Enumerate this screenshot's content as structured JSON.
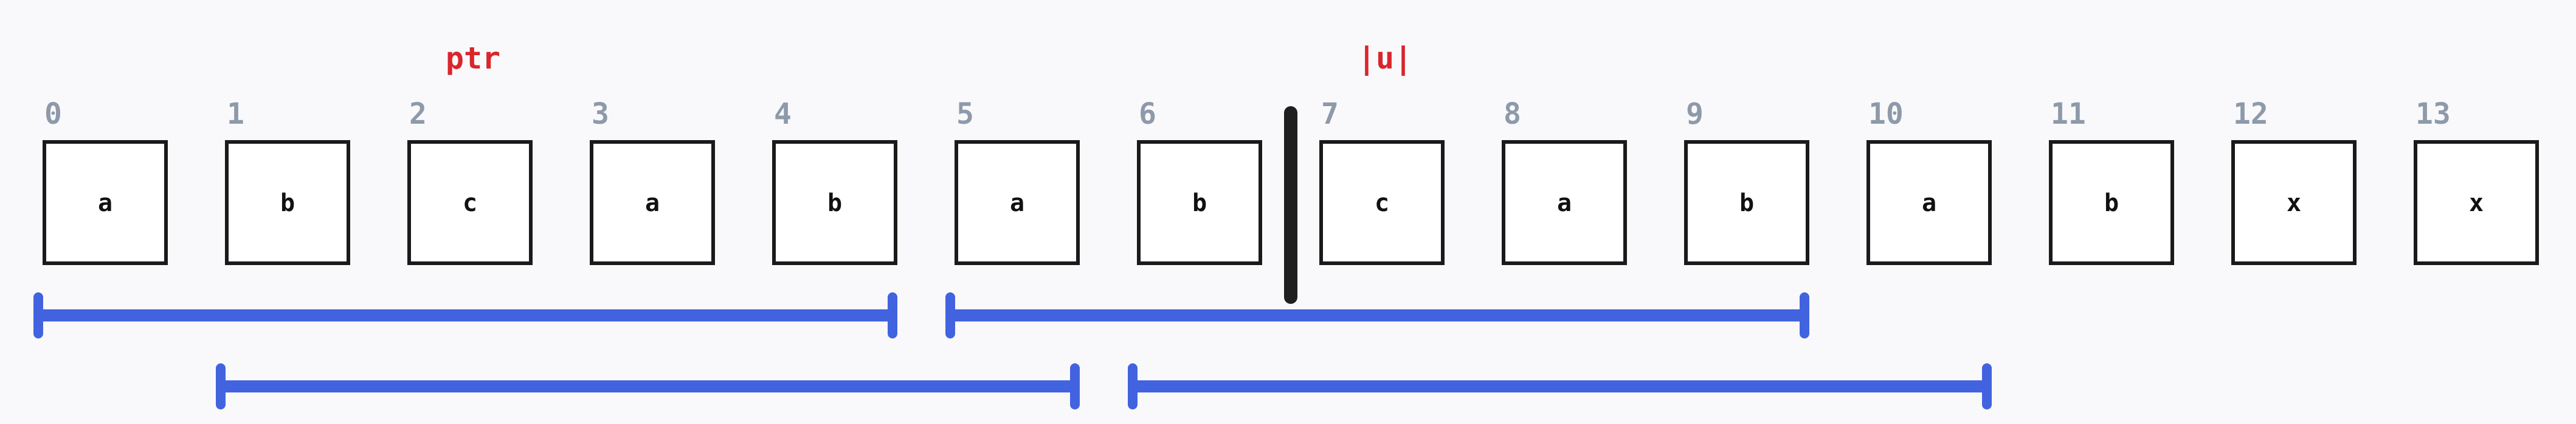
{
  "markers": {
    "ptr": {
      "label": "ptr",
      "position": 2.5
    },
    "u": {
      "label": "|u|",
      "position": 7.5
    }
  },
  "cells": [
    {
      "index": "0",
      "char": "a"
    },
    {
      "index": "1",
      "char": "b"
    },
    {
      "index": "2",
      "char": "c"
    },
    {
      "index": "3",
      "char": "a"
    },
    {
      "index": "4",
      "char": "b"
    },
    {
      "index": "5",
      "char": "a"
    },
    {
      "index": "6",
      "char": "b"
    },
    {
      "index": "7",
      "char": "c"
    },
    {
      "index": "8",
      "char": "a"
    },
    {
      "index": "9",
      "char": "b"
    },
    {
      "index": "10",
      "char": "a"
    },
    {
      "index": "11",
      "char": "b"
    },
    {
      "index": "12",
      "char": "x"
    },
    {
      "index": "13",
      "char": "x"
    }
  ],
  "divider": {
    "between_index": 7
  },
  "spans": [
    {
      "start": 0,
      "end": 4,
      "row": 1
    },
    {
      "start": 5,
      "end": 9,
      "row": 1
    },
    {
      "start": 1,
      "end": 5,
      "row": 2
    },
    {
      "start": 6,
      "end": 10,
      "row": 2
    }
  ],
  "colors": {
    "background": "#f9f9fb",
    "cell_border": "#1a1a1a",
    "cell_fill": "#ffffff",
    "index_text": "#8e9aaa",
    "cell_text": "#111111",
    "marker_text": "#d9262c",
    "divider": "#1f1f1f",
    "span": "#4263e0"
  }
}
